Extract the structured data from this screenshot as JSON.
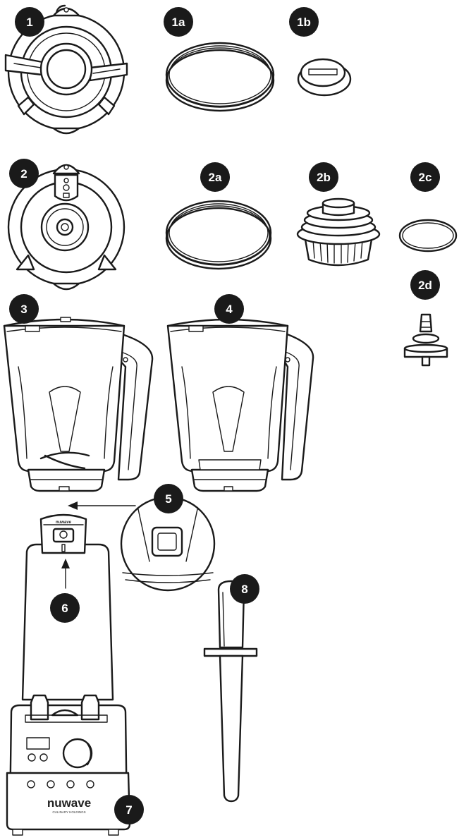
{
  "labels": {
    "part_1": "1",
    "part_1a": "1a",
    "part_1b": "1b",
    "part_2": "2",
    "part_2a": "2a",
    "part_2b": "2b",
    "part_2c": "2c",
    "part_2d": "2d",
    "part_3": "3",
    "part_4": "4",
    "part_5": "5",
    "part_6": "6",
    "part_7": "7",
    "part_8": "8"
  },
  "brand": {
    "name": "nuwave",
    "tagline": "CULINARY HOLDINGS",
    "motor_mark": "nuwave"
  },
  "colors": {
    "badge": "#1a1a1a",
    "line": "#1a1a1a",
    "background": "#ffffff"
  }
}
